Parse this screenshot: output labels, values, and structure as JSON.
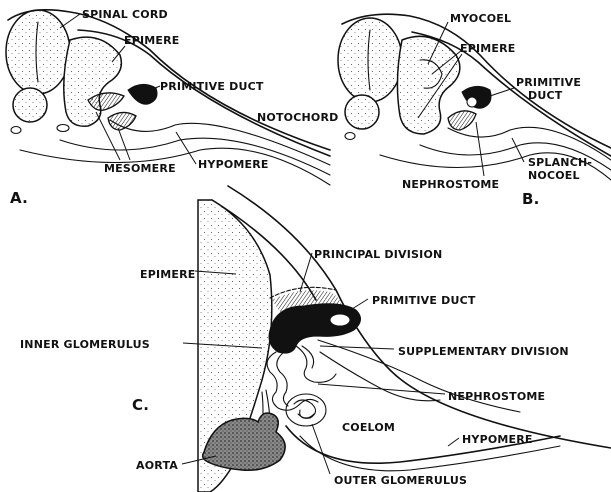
{
  "panels": {
    "a": {
      "panel_label": "A.",
      "labels": {
        "spinal_cord": "SPINAL CORD",
        "epimere": "EPIMERE",
        "primitive_duct": "PRIMITIVE DUCT",
        "notochord": "NOTOCHORD",
        "hypomere": "HYPOMERE",
        "mesomere": "MESOMERE"
      }
    },
    "b": {
      "panel_label": "B.",
      "labels": {
        "myocoel": "MYOCOEL",
        "epimere": "EPIMERE",
        "primitive_duct_line1": "PRIMITIVE",
        "primitive_duct_line2": "DUCT",
        "splanchnocoel_line1": "SPLANCH-",
        "splanchnocoel_line2": "NOCOEL",
        "nephrostome": "NEPHROSTOME"
      }
    },
    "c": {
      "panel_label": "C.",
      "labels": {
        "principal_division": "PRINCIPAL DIVISION",
        "epimere": "EPIMERE",
        "primitive_duct": "PRIMITIVE DUCT",
        "inner_glomerulus": "INNER GLOMERULUS",
        "supplementary_division": "SUPPLEMENTARY DIVISION",
        "nephrostome": "NEPHROSTOME",
        "coelom": "COELOM",
        "hypomere": "HYPOMERE",
        "aorta": "AORTA",
        "outer_glomerulus": "OUTER GLOMERULUS"
      }
    }
  }
}
